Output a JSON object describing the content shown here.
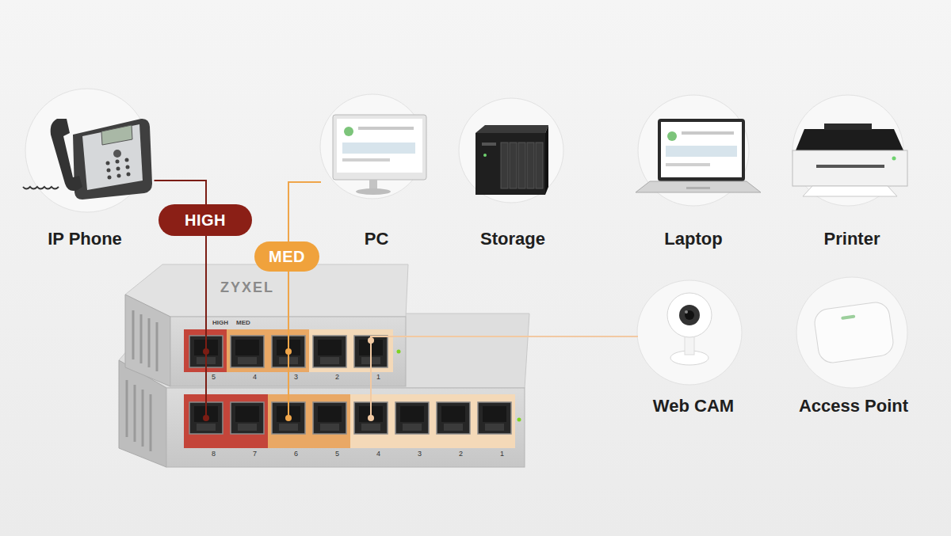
{
  "diagram": {
    "nodes": [
      {
        "text": [
          "IP Phone"
        ]
      },
      {
        "text": [
          "PC"
        ]
      },
      {
        "text": [
          "Storage"
        ]
      },
      {
        "text": [
          "Laptop"
        ]
      },
      {
        "text": [
          "Printer"
        ]
      },
      {
        "text": [
          "Web CAM"
        ]
      },
      {
        "text": [
          "Access Point"
        ]
      },
      {
        "text": [
          "HIGH"
        ]
      },
      {
        "text": [
          "MED"
        ]
      }
    ],
    "edges": [
      {
        "from": 0,
        "to": 7,
        "arrow": "none"
      },
      {
        "from": 1,
        "to": 8,
        "arrow": "none"
      }
    ],
    "labels": [
      "ZYXEL",
      "HIGH",
      "MED",
      "5",
      "4",
      "3",
      "2",
      "1",
      "8",
      "7",
      "6",
      "5",
      "4",
      "3",
      "2",
      "1"
    ]
  }
}
